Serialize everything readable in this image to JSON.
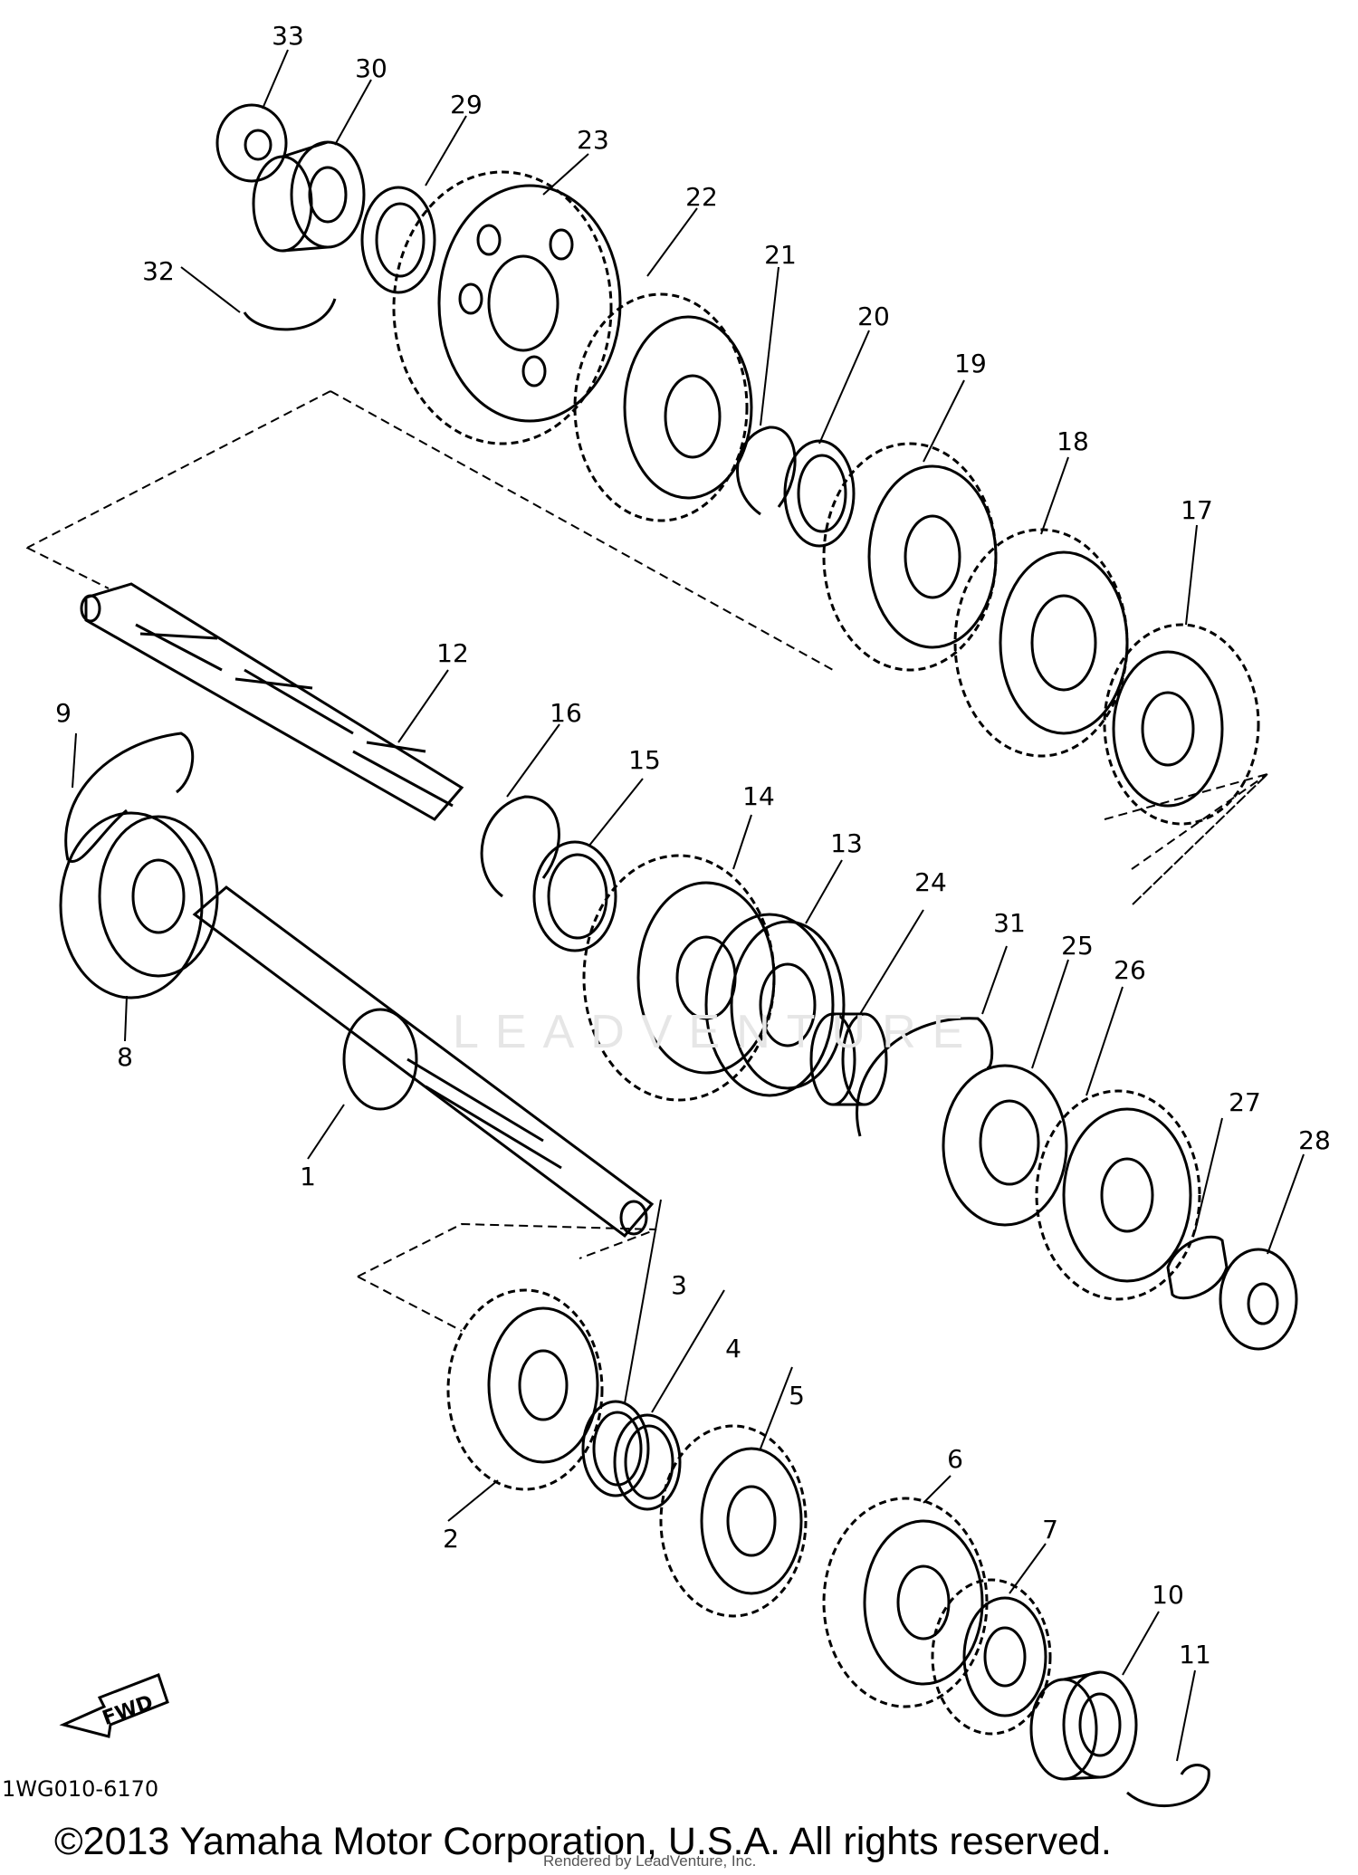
{
  "diagram": {
    "callouts": [
      "1",
      "2",
      "3",
      "4",
      "5",
      "6",
      "7",
      "8",
      "9",
      "10",
      "11",
      "12",
      "13",
      "14",
      "15",
      "16",
      "17",
      "18",
      "19",
      "20",
      "21",
      "22",
      "23",
      "24",
      "25",
      "26",
      "27",
      "28",
      "29",
      "30",
      "31",
      "32",
      "33"
    ],
    "fwd_label": "FWD",
    "drawing_code": "1WG010-6170"
  },
  "footer": {
    "copyright": "©2013 Yamaha Motor Corporation, U.S.A. All rights reserved.",
    "rendered_by": "Rendered by LeadVenture, Inc."
  },
  "watermark": "LEADVENTURE"
}
